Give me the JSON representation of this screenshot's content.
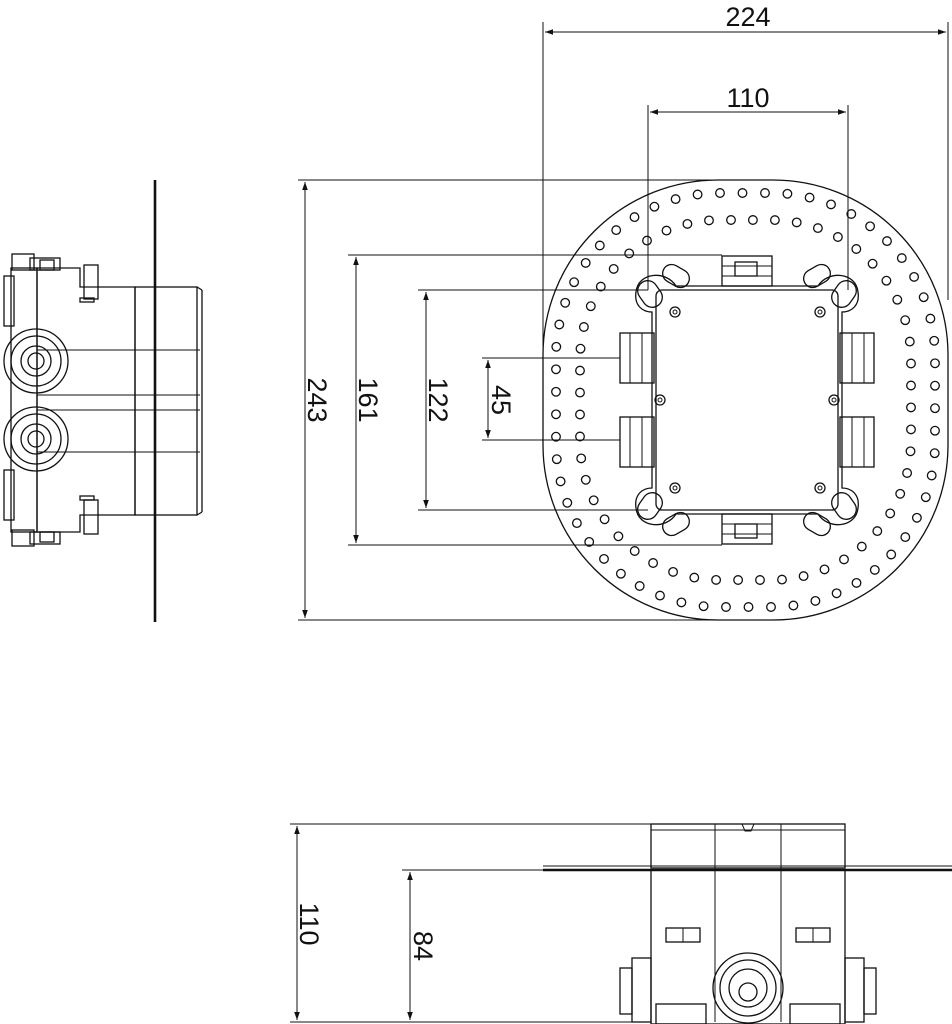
{
  "dimensions": {
    "overall_width": "224",
    "bracket_spacing": "110",
    "overall_height": "243",
    "plate_height": "161",
    "body_height": "122",
    "port_spacing": "45",
    "total_depth": "110",
    "min_depth": "84"
  },
  "colors": {
    "line": "#111111",
    "background": "#ffffff"
  }
}
